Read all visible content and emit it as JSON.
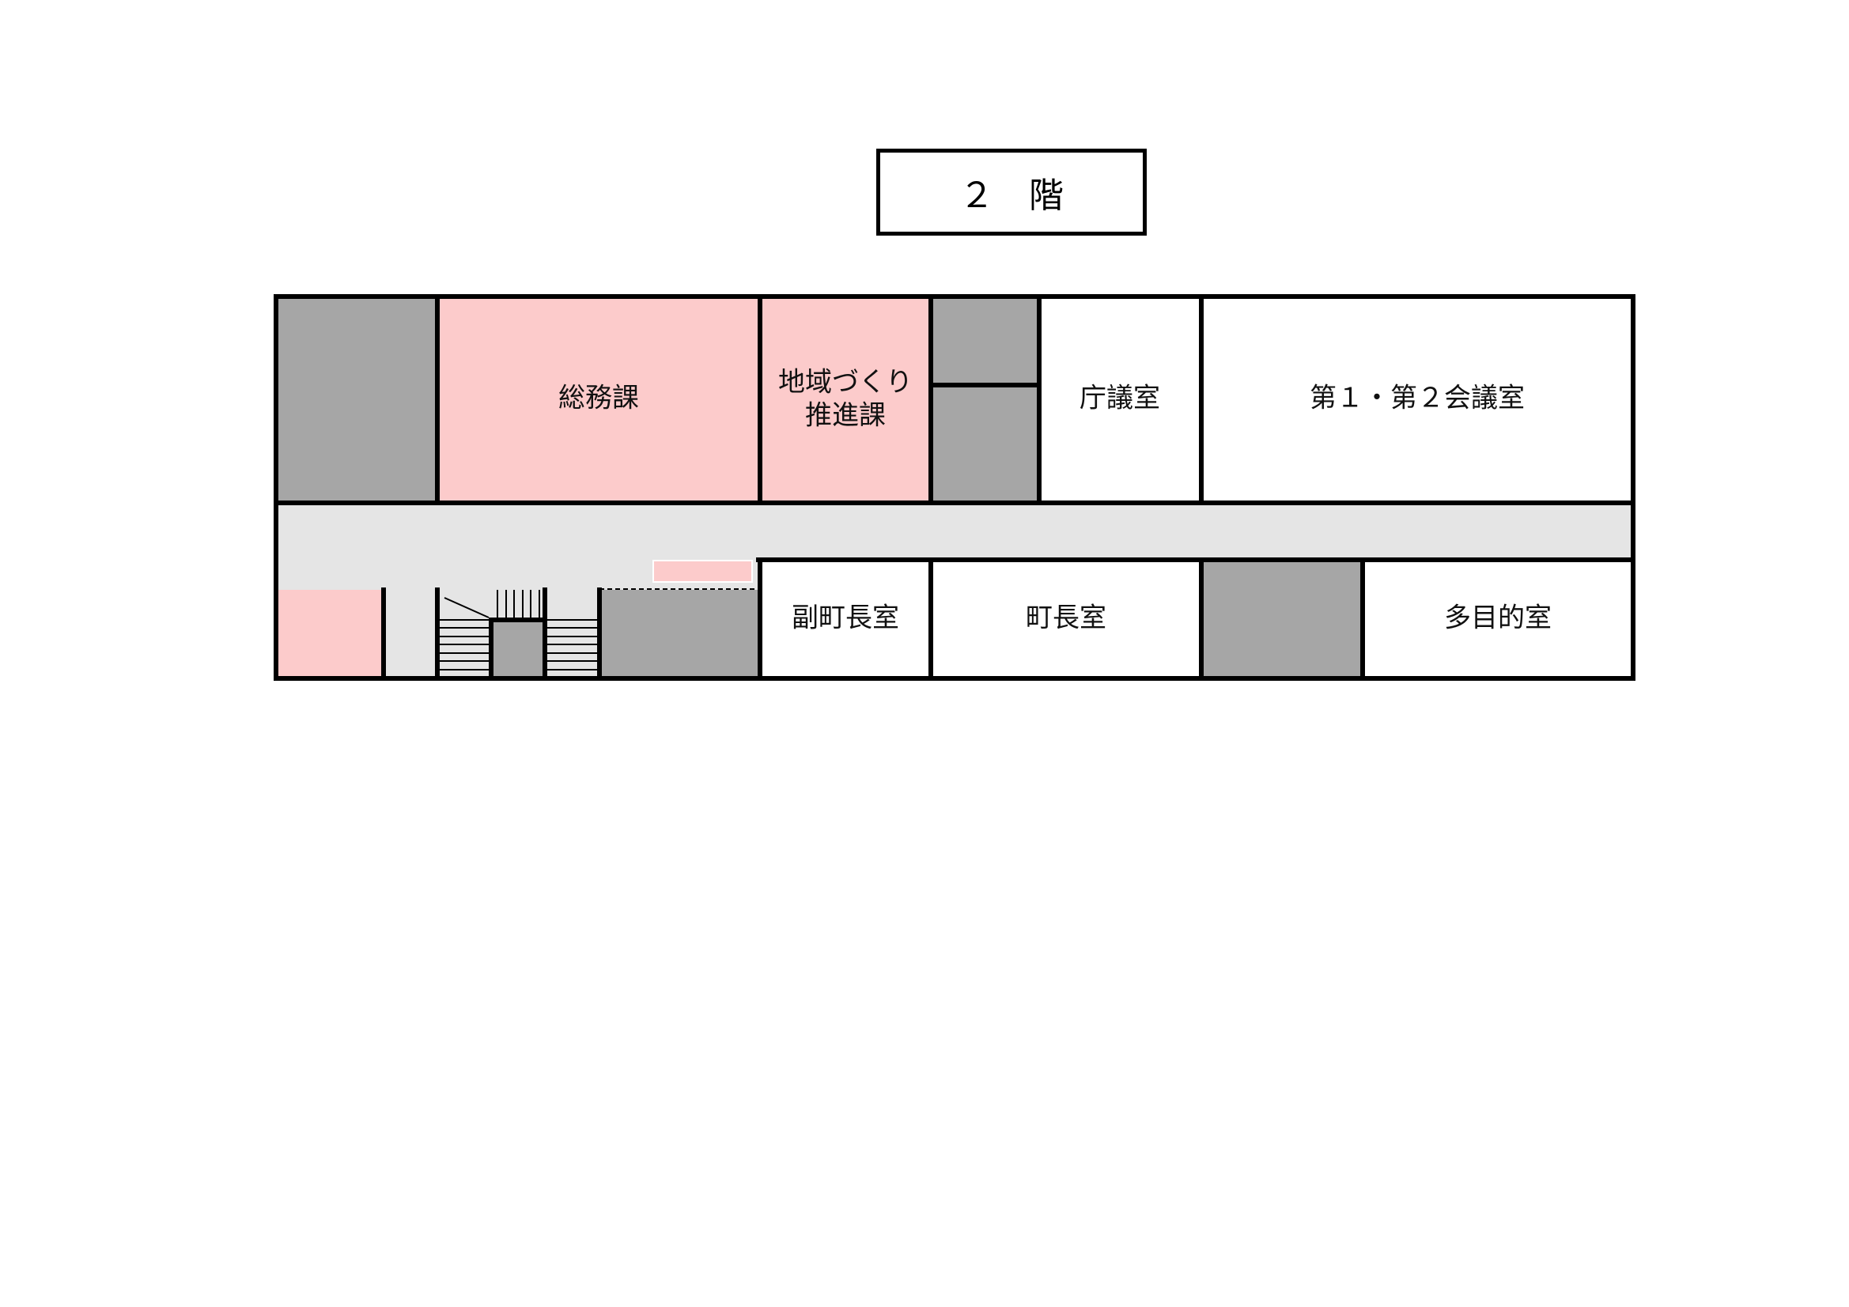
{
  "title": "２　階",
  "colors": {
    "department": "#fccbcb",
    "corridor": "#e5e5e5",
    "service": "#a6a6a6",
    "room": "#ffffff",
    "wall": "#000000"
  },
  "rooms": {
    "soumu": "総務課",
    "chiiki_line1": "地域づくり",
    "chiiki_line2": "推進課",
    "chougi": "庁議室",
    "kaigi": "第１・第２会議室",
    "fukuchou": "副町長室",
    "chouchou": "町長室",
    "tamokuteki": "多目的室"
  }
}
